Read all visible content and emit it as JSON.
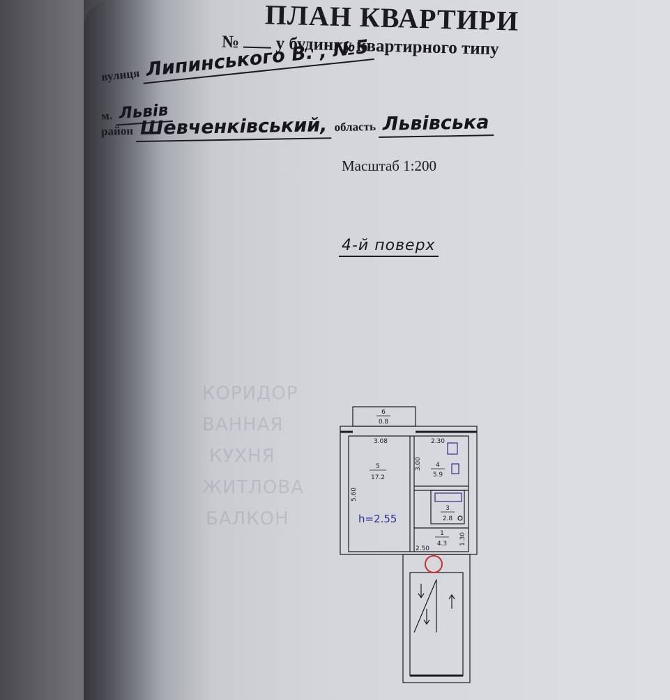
{
  "document": {
    "title": "ПЛАН КВАРТИРИ",
    "number_label": "№",
    "number_value": "",
    "subtitle": "у будинку квартирного типу",
    "street_label": "вулиця",
    "street_value": "Липинського В. , №5",
    "city_label": "м.",
    "city_value": "Львів",
    "district_label": "район",
    "district_value": "Шевченківський,",
    "region_label": "область",
    "region_value": "Львівська",
    "scale": "Масштаб 1:200",
    "floor": "4-й поверх"
  },
  "plan": {
    "rooms": [
      {
        "number": "6",
        "area": "0.8"
      },
      {
        "number": "5",
        "area": "17.2"
      },
      {
        "number": "4",
        "area": "5.9"
      },
      {
        "number": "3",
        "area": "2.8"
      },
      {
        "number": "1",
        "area": "4.3"
      }
    ],
    "dimensions": {
      "room5_width": "3.08",
      "room4_width": "2.30",
      "room4_depth": "3.00",
      "room5_depth": "5.60",
      "room1_depth": "1.30",
      "hall_width": "2.50"
    },
    "ceiling_height": "h=2.55",
    "colors": {
      "ink": "#1b1b1f",
      "blue_ink": "#2a2f8a",
      "red_mark": "#c23030"
    }
  },
  "ghost_text": {
    "rows": [
      "КОРИДОР",
      "ВАННАЯ",
      "КУХНЯ",
      "ЖИТЛОВА",
      "БАЛКОН"
    ]
  }
}
